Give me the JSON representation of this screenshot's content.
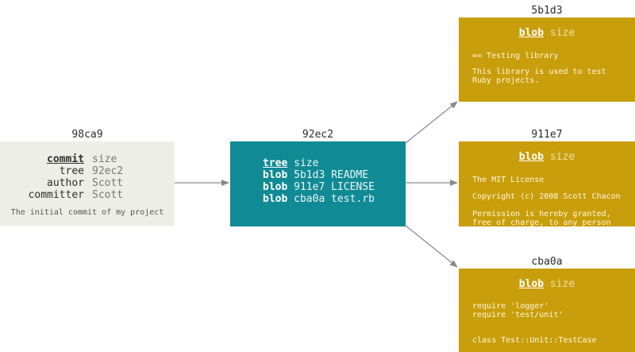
{
  "colors": {
    "commit_bg": "#eeeee8",
    "tree_bg": "#108a94",
    "blob_bg": "#c99e0c",
    "arrow": "#8a8a8a"
  },
  "commit": {
    "sha": "98ca9",
    "type_label": "commit",
    "type_value": "size",
    "rows": [
      {
        "key": "tree",
        "value": "92ec2"
      },
      {
        "key": "author",
        "value": "Scott"
      },
      {
        "key": "committer",
        "value": "Scott"
      }
    ],
    "message": "The initial commit of my project"
  },
  "tree": {
    "sha": "92ec2",
    "type_label": "tree",
    "type_value": "size",
    "entries": [
      {
        "type": "blob",
        "sha": "5b1d3",
        "name": "README"
      },
      {
        "type": "blob",
        "sha": "911e7",
        "name": "LICENSE"
      },
      {
        "type": "blob",
        "sha": "cba0a",
        "name": "test.rb"
      }
    ]
  },
  "blobs": [
    {
      "sha": "5b1d3",
      "type_label": "blob",
      "type_value": "size",
      "lines": [
        "== Testing library",
        "This library is used to test",
        "Ruby projects."
      ]
    },
    {
      "sha": "911e7",
      "type_label": "blob",
      "type_value": "size",
      "lines": [
        "The MIT License",
        "Copyright (c) 2008 Scott Chacon",
        "Permission is hereby granted,",
        "free of charge, to any person"
      ]
    },
    {
      "sha": "cba0a",
      "type_label": "blob",
      "type_value": "size",
      "lines": [
        "require 'logger'",
        "require 'test/unit'",
        "class Test::Unit::TestCase"
      ]
    }
  ]
}
